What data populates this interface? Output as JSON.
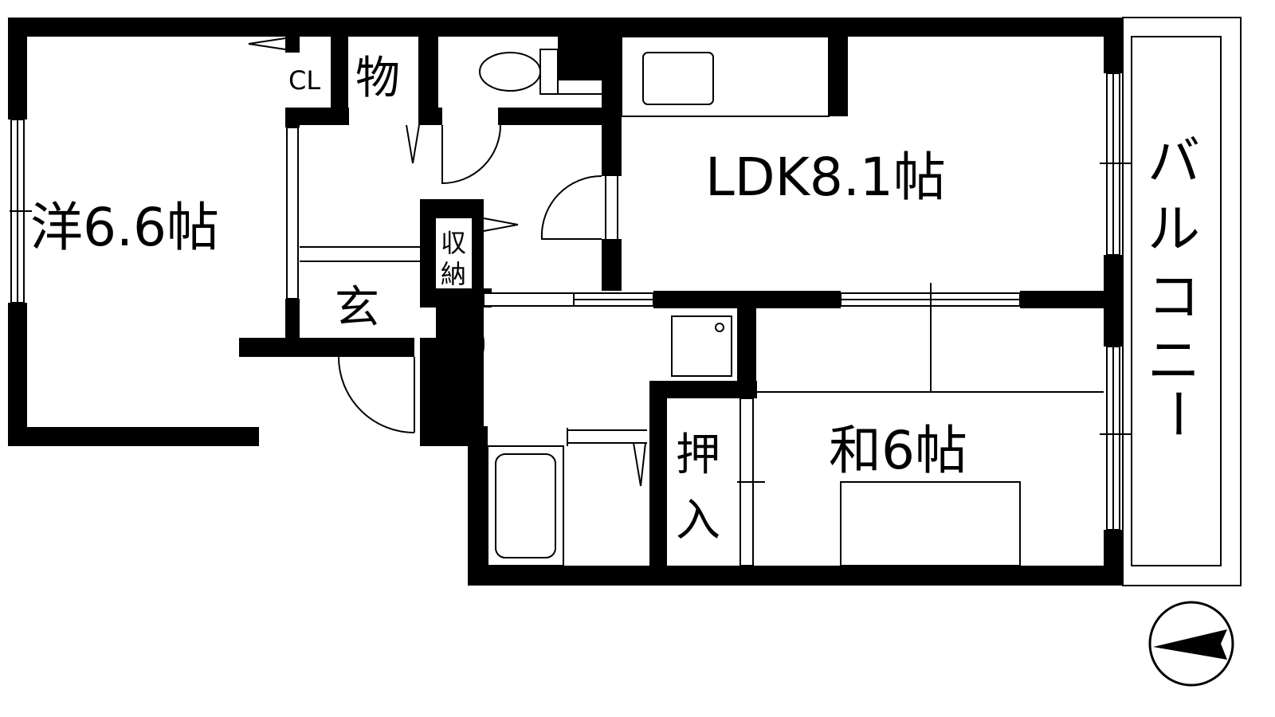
{
  "rooms": {
    "western": "洋6.6帖",
    "ldk": "LDK8.1帖",
    "japanese": "和6帖",
    "entrance": "玄",
    "storage": "物",
    "closet": "CL",
    "shuno_1": "収",
    "shuno_2": "納",
    "oshiire_1": "押",
    "oshiire_2": "入",
    "balcony_1": "バ",
    "balcony_2": "ル",
    "balcony_3": "コ",
    "balcony_4": "ニ",
    "balcony_5": "ー"
  },
  "compass": {
    "icon": "north-arrow-icon"
  },
  "colors": {
    "wall": "#000000",
    "paper": "#ffffff"
  }
}
